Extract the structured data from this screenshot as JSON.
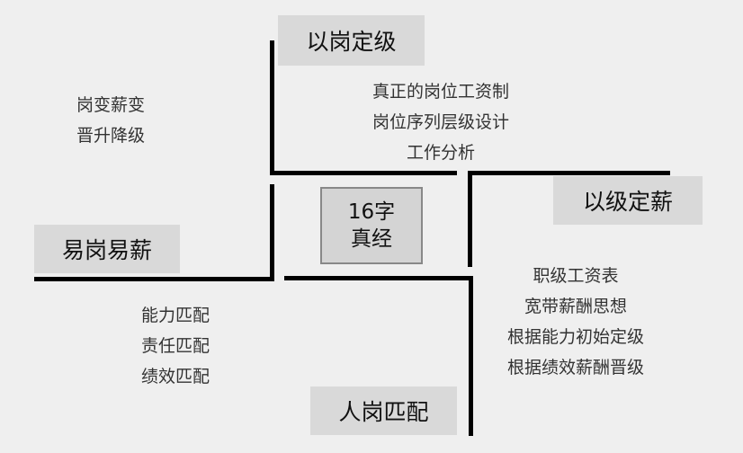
{
  "center": {
    "line1": "16字",
    "line2": "真经"
  },
  "quadrants": [
    {
      "title": "以岗定级",
      "items": [
        "真正的岗位工资制",
        "岗位序列层级设计",
        "工作分析"
      ]
    },
    {
      "title": "以级定薪",
      "items": [
        "职级工资表",
        "宽带薪酬思想",
        "根据能力初始定级",
        "根据绩效薪酬晋级"
      ]
    },
    {
      "title": "人岗匹配",
      "items": [
        "能力匹配",
        "责任匹配",
        "绩效匹配"
      ]
    },
    {
      "title": "易岗易薪",
      "items": [
        "岗变薪变",
        "晋升降级"
      ]
    }
  ]
}
